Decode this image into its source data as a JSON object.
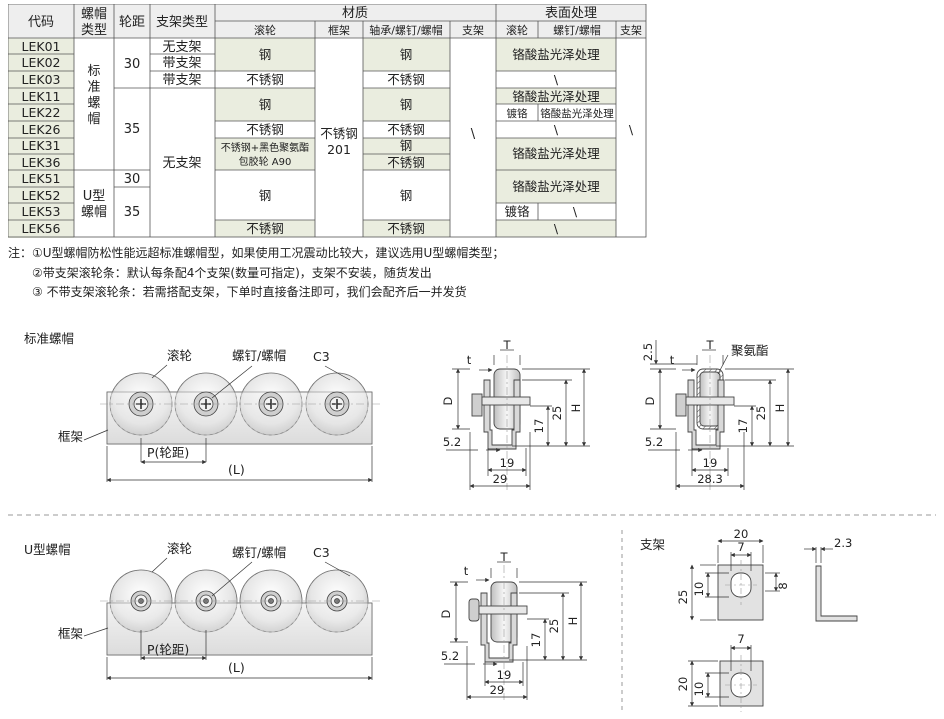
{
  "table": {
    "headers": {
      "code": "代码",
      "nut_type": "螺帽类型",
      "pitch": "轮距",
      "bracket_type": "支架类型",
      "material": "材质",
      "roller": "滚轮",
      "frame": "框架",
      "bearing": "轴承/螺钉/螺帽",
      "bracket": "支架",
      "surface": "表面处理",
      "s_roller": "滚轮",
      "s_screw": "螺钉/螺帽",
      "s_bracket": "支架"
    },
    "codes": [
      "LEK01",
      "LEK02",
      "LEK03",
      "LEK11",
      "LEK22",
      "LEK26",
      "LEK31",
      "LEK36",
      "LEK51",
      "LEK52",
      "LEK53",
      "LEK56"
    ],
    "nut_types": [
      "标准螺帽",
      "U型螺帽"
    ],
    "pitches": [
      "30",
      "35",
      "30",
      "35"
    ],
    "bracket_types": [
      "无支架",
      "带支架",
      "带支架",
      "无支架"
    ],
    "frame_material": "不锈钢201",
    "dash": "\\",
    "steel": "钢",
    "stainless": "不锈钢",
    "stainless_pu": "不锈钢+黑色聚氨酯包胶轮 A90",
    "chromate": "铬酸盐光泽处理",
    "chrome_plated": "镀铬"
  },
  "notes": [
    "注：①U型螺帽防松性能远超标准螺帽型，如果使用工况震动比较大，建议选用U型螺帽类型；",
    "②带支架滚轮条：默认每条配4个支架(数量可指定)，支架不安装，随货发出",
    "③ 不带支架滚轮条：若需搭配支架，下单时直接备注即可，我们会配齐后一并发货"
  ],
  "drawings": {
    "std_title": "标准螺帽",
    "u_title": "U型螺帽",
    "bracket_title": "支架",
    "roller": "滚轮",
    "screw_nut": "螺钉/螺帽",
    "c3": "C3",
    "frame": "框架",
    "pitch": "P(轮距)",
    "length": "(L)",
    "polyurethane": "聚氨酯",
    "dims": {
      "T": "T",
      "t": "t",
      "D": "D",
      "H": "H",
      "d17": "17",
      "d25": "25",
      "d52": "5.2",
      "d19": "19",
      "d29": "29",
      "d283": "28.3",
      "d25s": "2.5",
      "b20": "20",
      "b7": "7",
      "b10": "10",
      "b8": "8",
      "b25": "25",
      "b23": "2.3"
    }
  }
}
